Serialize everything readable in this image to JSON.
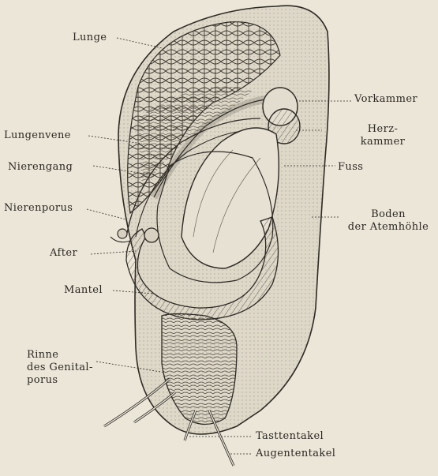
{
  "labels": {
    "lunge": "Lunge",
    "vorkammer": "Vorkammer",
    "lungenvene": "Lungenvene",
    "herzkammer": [
      "Herz-",
      "kammer"
    ],
    "nierengang": "Nierengang",
    "fuss": "Fuss",
    "nierenporus": "Nierenporus",
    "boden_atemhoehle": [
      "Boden",
      "der Atemhöhle"
    ],
    "after": "After",
    "mantel": "Mantel",
    "rinne_genitalporus": [
      "Rinne",
      "des Genital-",
      "porus"
    ],
    "tasttentakel": "Tasttentakel",
    "augententakel": "Augententakel"
  },
  "colors": {
    "background": "#ece6d8",
    "ink": "#2b2722",
    "body_fill": "#ddd6c6"
  }
}
